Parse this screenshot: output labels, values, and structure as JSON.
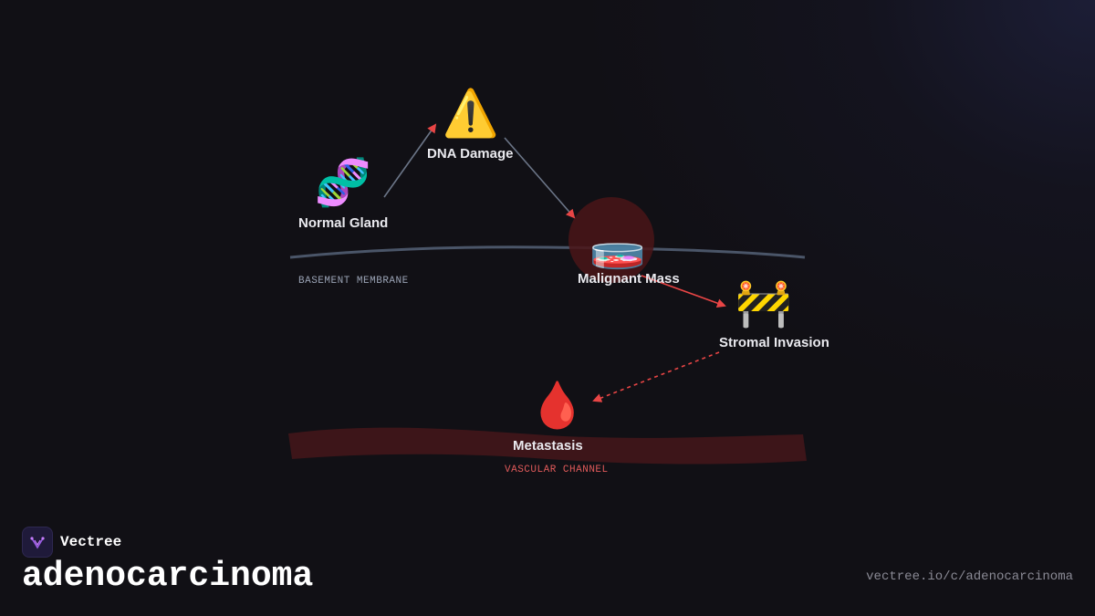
{
  "brand": {
    "name": "Vectree",
    "logo_icon": "vectree-logo-icon"
  },
  "title": "adenocarcinoma",
  "url": "vectree.io/c/adenocarcinoma",
  "zones": {
    "membrane": {
      "label": "BASEMENT MEMBRANE",
      "color": "#9aa3b5"
    },
    "vascular": {
      "label": "VASCULAR CHANNEL",
      "color": "#e05a5a"
    }
  },
  "nodes": {
    "normal_gland": {
      "label": "Normal Gland",
      "emoji": "🧬",
      "icon": "dna-icon"
    },
    "dna_damage": {
      "label": "DNA Damage",
      "emoji": "⚠️",
      "icon": "warning-icon"
    },
    "malignant_mass": {
      "label": "Malignant Mass",
      "emoji": "🧫",
      "icon": "petri-dish-icon"
    },
    "stromal_invasion": {
      "label": "Stromal Invasion",
      "emoji": "🚧",
      "icon": "construction-barrier-icon"
    },
    "metastasis": {
      "label": "Metastasis",
      "emoji": "🩸",
      "icon": "blood-drop-icon"
    }
  },
  "colors": {
    "background": "#111015",
    "arrow_red": "#e84545",
    "connector_gray": "#6b7587",
    "membrane": "#4a5568",
    "vascular": "#3d1519",
    "mass_glow": "#4a1517"
  }
}
